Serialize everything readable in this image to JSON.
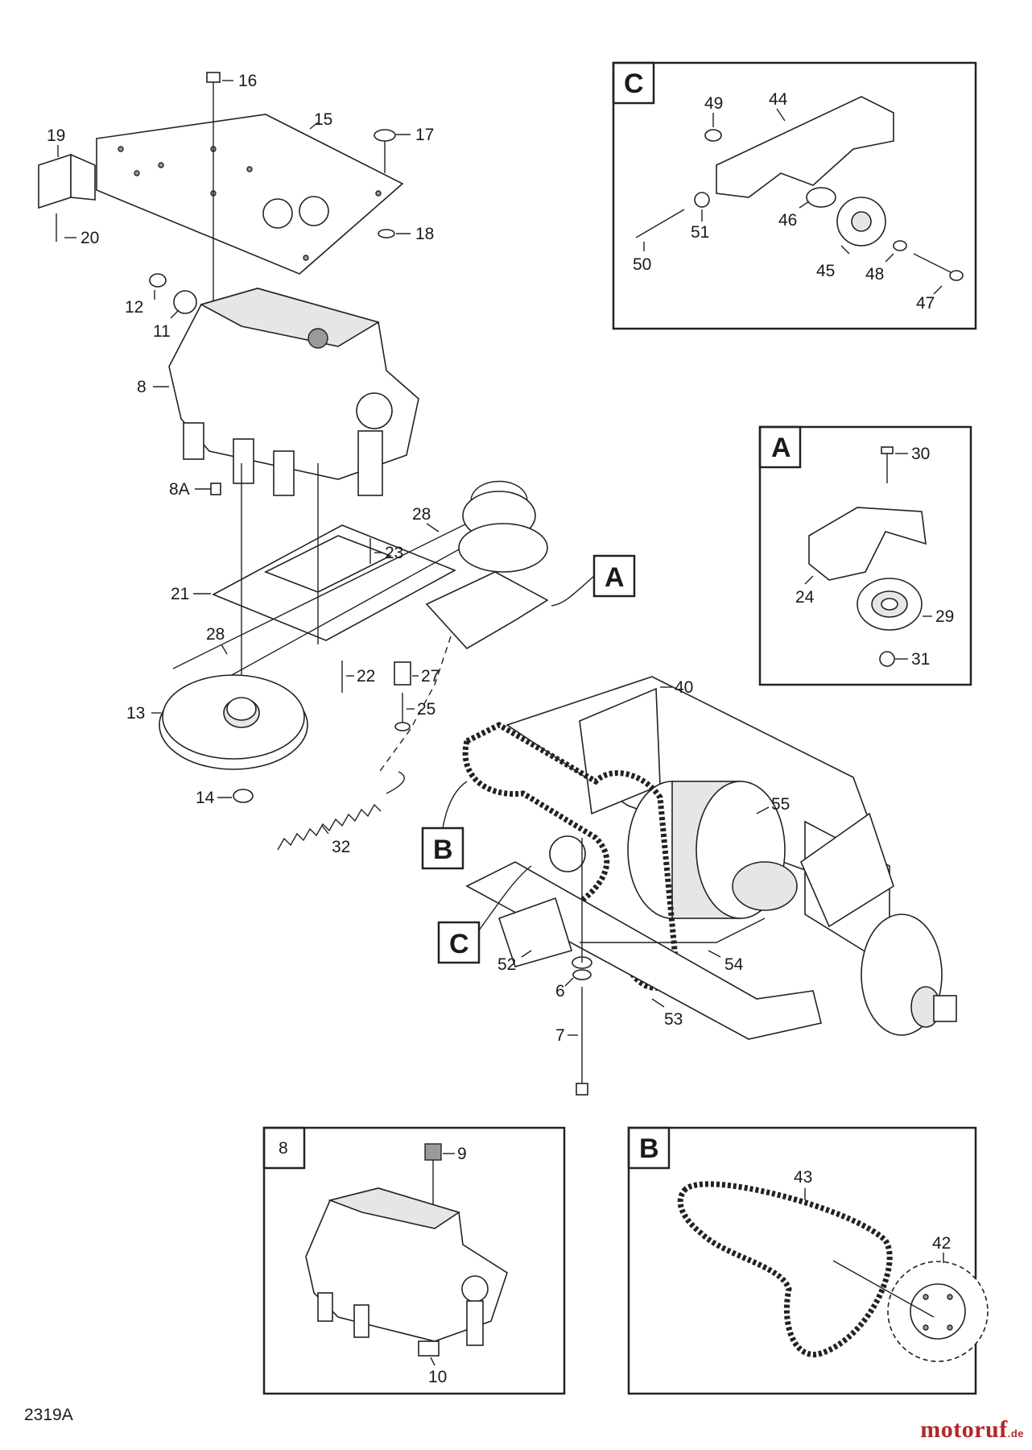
{
  "diagram_code": "2319A",
  "watermark": {
    "name": "motoruf",
    "tld": "de"
  },
  "inset_boxes": {
    "A": "A",
    "B": "B",
    "C": "C",
    "detail_8": "8"
  },
  "callouts": {
    "A": "A",
    "B": "B",
    "C": "C"
  },
  "part_numbers": {
    "p6": "6",
    "p7": "7",
    "p8": "8",
    "p8a": "8A",
    "p9": "9",
    "p10": "10",
    "p11": "11",
    "p12": "12",
    "p13": "13",
    "p14": "14",
    "p15": "15",
    "p16": "16",
    "p17": "17",
    "p18": "18",
    "p19": "19",
    "p20": "20",
    "p21": "21",
    "p22": "22",
    "p23": "23",
    "p24": "24",
    "p25": "25",
    "p27": "27",
    "p28a": "28",
    "p28b": "28",
    "p29": "29",
    "p30": "30",
    "p31": "31",
    "p32": "32",
    "p40": "40",
    "p42": "42",
    "p43": "43",
    "p44": "44",
    "p45": "45",
    "p46": "46",
    "p47": "47",
    "p48": "48",
    "p49": "49",
    "p50": "50",
    "p51": "51",
    "p52": "52",
    "p53": "53",
    "p54": "54",
    "p55": "55"
  }
}
